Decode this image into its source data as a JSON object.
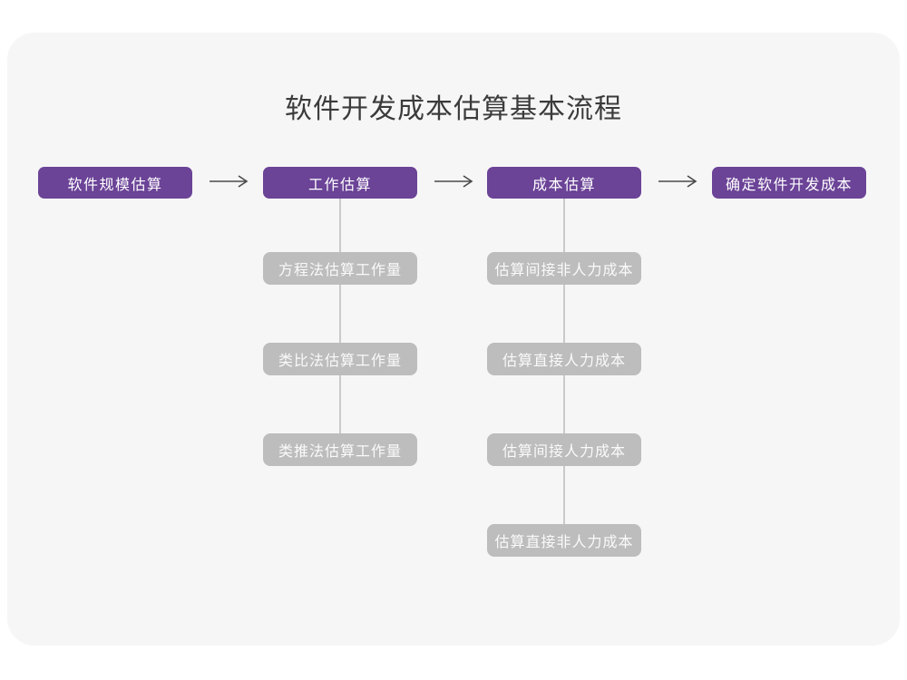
{
  "title": "软件开发成本估算基本流程",
  "colors": {
    "stage_box": "#6B4397",
    "substep_box": "#BDBDBD",
    "card_background": "#F6F6F7",
    "page_background": "#FFFFFF",
    "connector_line": "#CACACA",
    "arrow": "#4A4A4A",
    "title_text": "#3B3B3B",
    "box_text": "#FFFFFF"
  },
  "flow": {
    "stages": [
      {
        "label": "软件规模估算"
      },
      {
        "label": "工作估算",
        "substeps": [
          "方程法估算工作量",
          "类比法估算工作量",
          "类推法估算工作量"
        ]
      },
      {
        "label": "成本估算",
        "substeps": [
          "估算间接非人力成本",
          "估算直接人力成本",
          "估算间接人力成本",
          "估算直接非人力成本"
        ]
      },
      {
        "label": "确定软件开发成本"
      }
    ]
  }
}
